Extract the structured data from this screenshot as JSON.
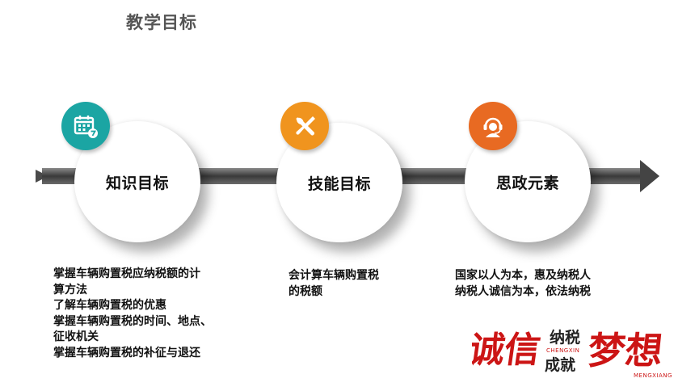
{
  "page": {
    "title": "教学目标"
  },
  "colors": {
    "teal": "#1ba5a3",
    "orange": "#f0941e",
    "orange_red": "#e86a22",
    "logo_red": "#cc1515"
  },
  "objectives": [
    {
      "label": "知识目标",
      "icon": "calendar-icon",
      "badge_color": "#1ba5a3"
    },
    {
      "label": "技能目标",
      "icon": "wrench-screwdriver-icon",
      "badge_color": "#f0941e"
    },
    {
      "label": "思政元素",
      "icon": "headset-support-icon",
      "badge_color": "#e86a22"
    }
  ],
  "descriptions": {
    "knowledge": [
      "掌握车辆购置税应纳税额的计",
      "算方法",
      "了解车辆购置税的优惠",
      "掌握车辆购置税的时间、地点、",
      "征收机关",
      "掌握车辆购置税的补征与退还"
    ],
    "skill": [
      "会计算车辆购置税",
      "的税额"
    ],
    "ideology": [
      "国家以人为本，惠及纳税人",
      "纳税人诚信为本，依法纳税"
    ]
  },
  "logo": {
    "left_big": "诚信",
    "mid_top": "纳税",
    "mid_pinyin": "CHENGXIN",
    "mid_bottom": "成就",
    "right_big": "梦想",
    "right_pinyin": "MENGXIANG"
  }
}
